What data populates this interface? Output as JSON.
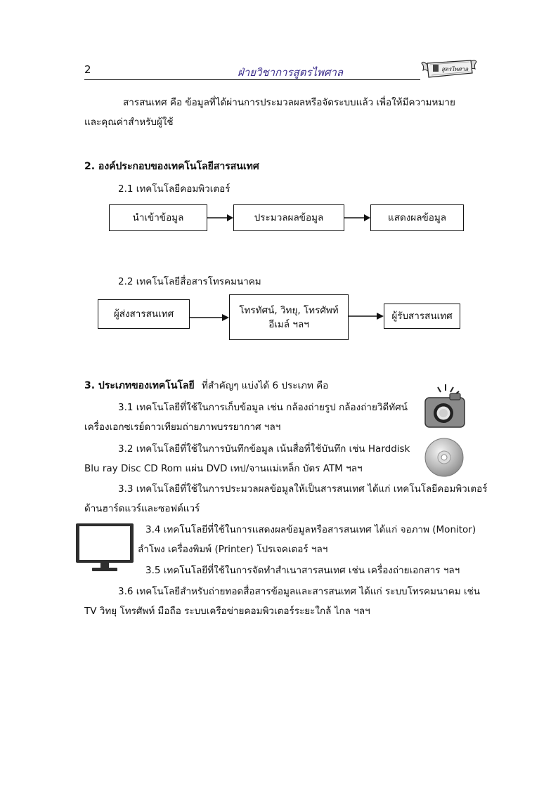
{
  "header": {
    "page_number": "2",
    "title": "ฝ่ายวิชาการสูตรไพศาล",
    "logo_text": "สูตรไพศาล"
  },
  "intro": {
    "line1": "สารสนเทศ คือ ข้อมูลที่ได้ผ่านการประมวลผลหรือจัดระบบแล้ว เพื่อให้มีความหมาย",
    "line2": "และคุณค่าสำหรับผู้ใช้"
  },
  "section2": {
    "title": "2. องค์ประกอบของเทคโนโลยีสารสนเทศ",
    "sub1": {
      "title": "2.1 เทคโนโลยีคอมพิวเตอร์",
      "flow": [
        "นำเข้าข้อมูล",
        "ประมวลผลข้อมูล",
        "แสดงผลข้อมูล"
      ]
    },
    "sub2": {
      "title": "2.2 เทคโนโลยีสื่อสารโทรคมนาคม",
      "sender": "ผู้ส่งสารสนเทศ",
      "channel_line1": "โทรทัศน์, วิทยุ, โทรศัพท์",
      "channel_line2": "อีเมล์ ฯลฯ",
      "receiver": "ผู้รับสารสนเทศ"
    }
  },
  "section3": {
    "title_bold": "3. ประเภทของเทคโนโลยี",
    "title_rest": "ที่สำคัญๆ แบ่งได้ 6 ประเภท คือ",
    "i31_l1": "3.1 เทคโนโลยีที่ใช้ในการเก็บข้อมูล เช่น กล้องถ่ายรูป กล้องถ่ายวิดีทัศน์",
    "i31_l2": "เครื่องเอกซเรย์ดาวเทียมถ่ายภาพบรรยากาศ ฯลฯ",
    "i32_l1": "3.2 เทคโนโลยีที่ใช้ในการบันทึกข้อมูล เน้นสื่อที่ใช้บันทึก เช่น Harddisk",
    "i32_l2": "Blu ray Disc CD Rom แผ่น DVD เทป/จานแม่เหล็ก บัตร ATM ฯลฯ",
    "i33_l1": "3.3 เทคโนโลยีที่ใช้ในการประมวลผลข้อมูลให้เป็นสารสนเทศ ได้แก่ เทคโนโลยีคอมพิวเตอร์",
    "i33_l2": "ด้านฮาร์ดแวร์และซอฟต์แวร์",
    "i34_l1": "3.4 เทคโนโลยีที่ใช้ในการแสดงผลข้อมูลหรือสารสนเทศ ได้แก่ จอภาพ (Monitor)",
    "i34_l2": "ลำโพง เครื่องพิมพ์ (Printer) โปรเจคเตอร์ ฯลฯ",
    "i35_l1": "3.5 เทคโนโลยีที่ใช้ในการจัดทำสำเนาสารสนเทศ เช่น เครื่องถ่ายเอกสาร ฯลฯ",
    "i36_l1": "3.6 เทคโนโลยีสำหรับถ่ายทอดสื่อสารข้อมูลและสารสนเทศ ได้แก่ ระบบโทรคมนาคม เช่น",
    "i36_l2": "TV วิทยุ โทรศัพท์ มือถือ ระบบเครือข่ายคอมพิวเตอร์ระยะใกล้ ไกล ฯลฯ"
  },
  "icons": [
    "camera-icon",
    "disc-icon",
    "monitor-icon",
    "scroll-logo-icon"
  ]
}
